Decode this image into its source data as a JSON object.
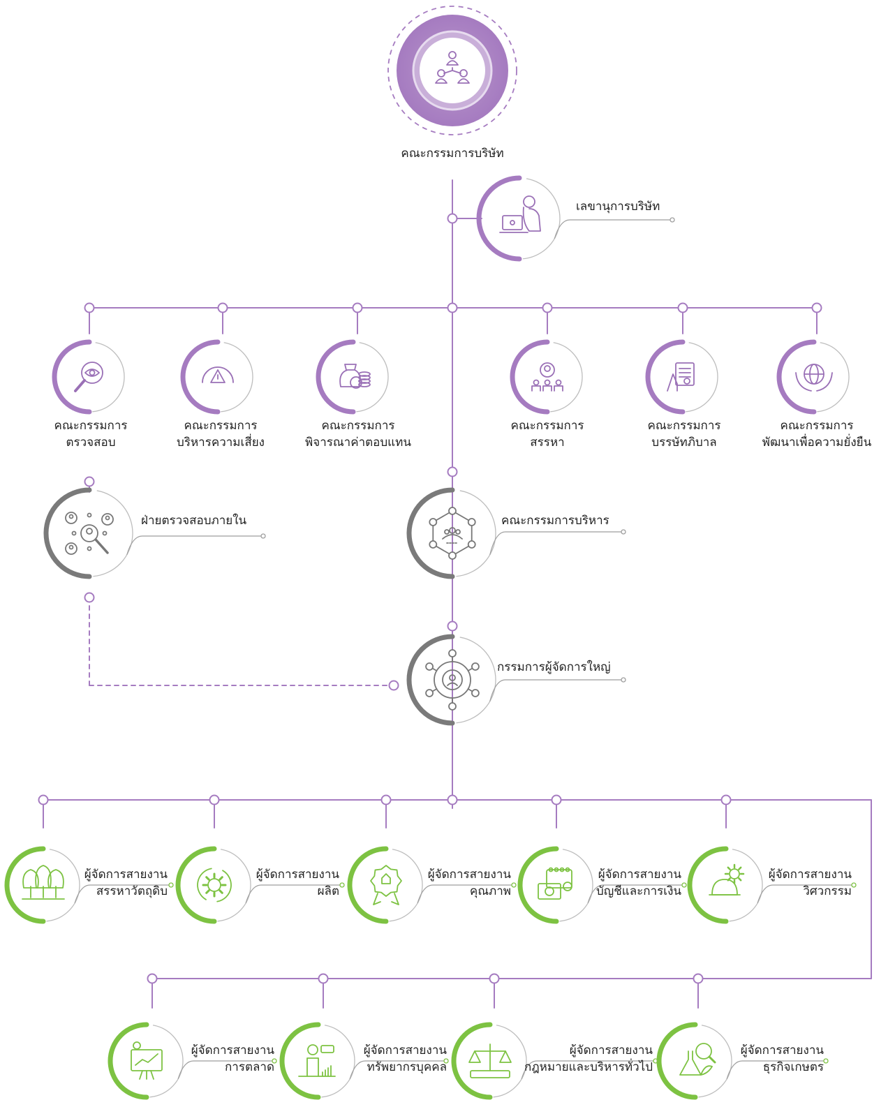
{
  "colors": {
    "purple": "#a57bc0",
    "purple_dark": "#9a70b6",
    "purple_light": "#cdb3dd",
    "gray": "#7a7a7a",
    "green": "#7dc242"
  },
  "board": {
    "label": "คณะกรรมการบริษัท",
    "icon": "people-network-icon"
  },
  "secretary": {
    "label": "เลขานุการบริษัท",
    "icon": "woman-laptop-icon"
  },
  "committees": [
    {
      "line1": "คณะกรรมการ",
      "line2": "ตรวจสอบ",
      "icon": "magnifier-eye-icon"
    },
    {
      "line1": "คณะกรรมการ",
      "line2": "บริหารความเสี่ยง",
      "icon": "risk-gauge-icon"
    },
    {
      "line1": "คณะกรรมการ",
      "line2": "พิจารณาค่าตอบแทน",
      "icon": "money-bag-icon"
    },
    {
      "line1": "คณะกรรมการ",
      "line2": "สรรหา",
      "icon": "recruit-icon"
    },
    {
      "line1": "คณะกรรมการ",
      "line2": "บรรษัทภิบาล",
      "icon": "certificate-icon"
    },
    {
      "line1": "คณะกรรมการ",
      "line2": "พัฒนาเพื่อความยั่งยืน",
      "icon": "globe-hands-icon"
    }
  ],
  "internal_audit": {
    "label": "ฝ่ายตรวจสอบภายใน",
    "icon": "audit-network-icon"
  },
  "executive": {
    "label": "คณะกรรมการบริหาร",
    "icon": "team-hexagon-icon"
  },
  "ceo": {
    "label": "กรรมการผู้จัดการใหญ่",
    "icon": "person-network-icon"
  },
  "managers_row1": [
    {
      "line1": "ผู้จัดการสายงาน",
      "line2": "สรรหาวัตถุดิบ",
      "icon": "trees-icon"
    },
    {
      "line1": "ผู้จัดการสายงาน",
      "line2": "ผลิต",
      "icon": "gear-cycle-icon"
    },
    {
      "line1": "ผู้จัดการสายงาน",
      "line2": "คุณภาพ",
      "icon": "quality-badge-icon"
    },
    {
      "line1": "ผู้จัดการสายงาน",
      "line2": "บัญชีและการเงิน",
      "icon": "calendar-money-icon"
    },
    {
      "line1": "ผู้จัดการสายงาน",
      "line2": "วิศวกรรม",
      "icon": "helmet-gear-icon"
    }
  ],
  "managers_row2": [
    {
      "line1": "ผู้จัดการสายงาน",
      "line2": "การตลาด",
      "icon": "presentation-chart-icon"
    },
    {
      "line1": "ผู้จัดการสายงาน",
      "line2": "ทรัพยากรบุคคล",
      "icon": "hr-person-icon"
    },
    {
      "line1": "ผู้จัดการสายงาน",
      "line2": "กฎหมายและบริหารทั่วไป",
      "icon": "scales-icon"
    },
    {
      "line1": "ผู้จัดการสายงาน",
      "line2": "ธุรกิจเกษตร",
      "icon": "flask-leaf-icon"
    }
  ]
}
